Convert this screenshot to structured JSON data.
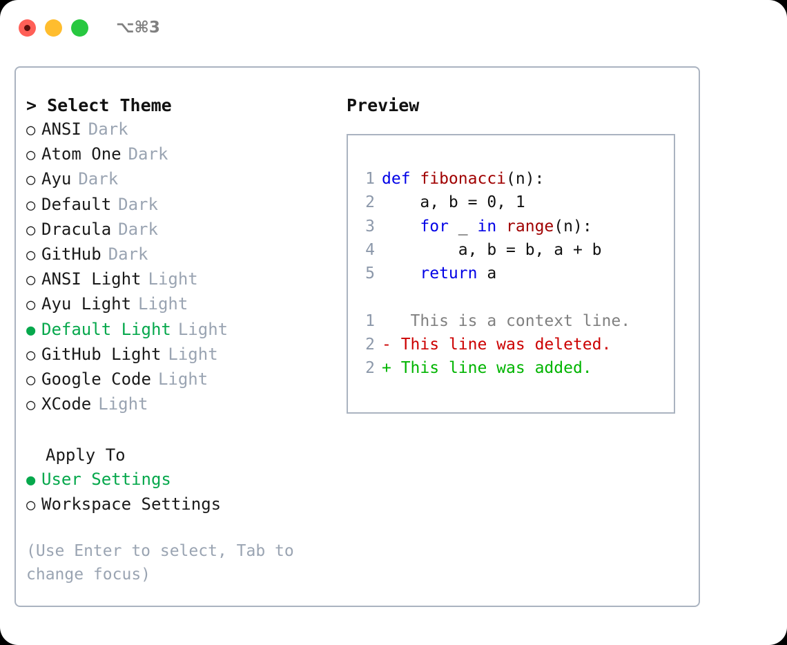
{
  "titlebar": {
    "shortcut": "⌥⌘3",
    "lights": [
      {
        "name": "close-button",
        "color": "#ff5f57"
      },
      {
        "name": "minimize-button",
        "color": "#ffbd2e"
      },
      {
        "name": "maximize-button",
        "color": "#28c840"
      }
    ]
  },
  "colors": {
    "accent_green": "#06a84c",
    "muted": "#9aa4b2",
    "border": "#aab3c0",
    "keyword_blue": "#0000e6",
    "function_red": "#a00000",
    "diff_added": "#00b400",
    "diff_deleted": "#cc0000",
    "diff_context": "#808080",
    "line_number": "#8c98aa"
  },
  "theme_panel": {
    "title": "> Select Theme",
    "items": [
      {
        "marker": "○",
        "label": "ANSI",
        "tag": "Dark",
        "selected": false
      },
      {
        "marker": "○",
        "label": "Atom One",
        "tag": "Dark",
        "selected": false
      },
      {
        "marker": "○",
        "label": "Ayu",
        "tag": "Dark",
        "selected": false
      },
      {
        "marker": "○",
        "label": "Default",
        "tag": "Dark",
        "selected": false
      },
      {
        "marker": "○",
        "label": "Dracula",
        "tag": "Dark",
        "selected": false
      },
      {
        "marker": "○",
        "label": "GitHub",
        "tag": "Dark",
        "selected": false
      },
      {
        "marker": "○",
        "label": "ANSI Light",
        "tag": "Light",
        "selected": false
      },
      {
        "marker": "○",
        "label": "Ayu Light",
        "tag": "Light",
        "selected": false
      },
      {
        "marker": "●",
        "label": "Default Light",
        "tag": "Light",
        "selected": true
      },
      {
        "marker": "○",
        "label": "GitHub Light",
        "tag": "Light",
        "selected": false
      },
      {
        "marker": "○",
        "label": "Google Code",
        "tag": "Light",
        "selected": false
      },
      {
        "marker": "○",
        "label": "XCode",
        "tag": "Light",
        "selected": false
      }
    ]
  },
  "apply_to": {
    "title": "Apply To",
    "items": [
      {
        "marker": "●",
        "label": "User Settings",
        "selected": true
      },
      {
        "marker": "○",
        "label": "Workspace Settings",
        "selected": false
      }
    ]
  },
  "hint": "(Use Enter to select, Tab to change focus)",
  "preview": {
    "title": "Preview",
    "code_lines": [
      {
        "num": "1",
        "tokens": [
          {
            "t": "def ",
            "c": "kw"
          },
          {
            "t": "fibonacci",
            "c": "fn"
          },
          {
            "t": "(n):",
            "c": "pl"
          }
        ]
      },
      {
        "num": "2",
        "tokens": [
          {
            "t": "    a, b = 0, 1",
            "c": "pl"
          }
        ]
      },
      {
        "num": "3",
        "tokens": [
          {
            "t": "    ",
            "c": "pl"
          },
          {
            "t": "for",
            "c": "kw"
          },
          {
            "t": " _ ",
            "c": "pl"
          },
          {
            "t": "in ",
            "c": "kw"
          },
          {
            "t": "range",
            "c": "fn"
          },
          {
            "t": "(n):",
            "c": "pl"
          }
        ]
      },
      {
        "num": "4",
        "tokens": [
          {
            "t": "        a, b = b, a + b",
            "c": "pl"
          }
        ]
      },
      {
        "num": "5",
        "tokens": [
          {
            "t": "    ",
            "c": "pl"
          },
          {
            "t": "return",
            "c": "kw"
          },
          {
            "t": " a",
            "c": "pl"
          }
        ]
      }
    ],
    "diff_lines": [
      {
        "num": "1",
        "sign": " ",
        "text": "  This is a context line.",
        "kind": "diff-ctx"
      },
      {
        "num": "2",
        "sign": "-",
        "text": " This line was deleted.",
        "kind": "diff-del"
      },
      {
        "num": "2",
        "sign": "+",
        "text": " This line was added.",
        "kind": "diff-add"
      }
    ]
  }
}
